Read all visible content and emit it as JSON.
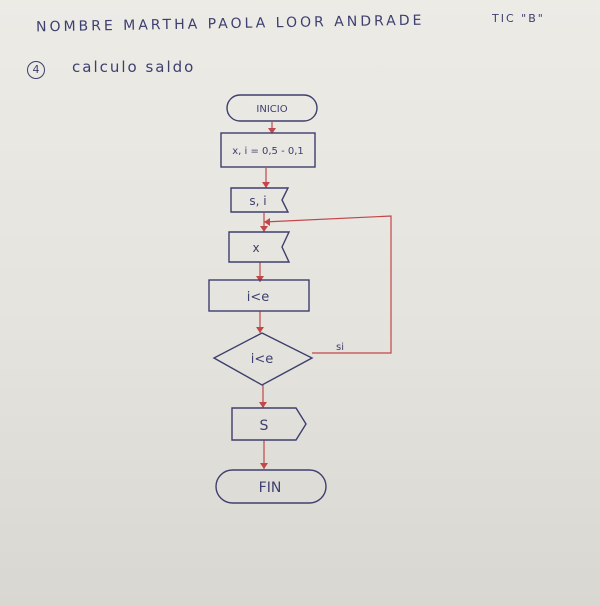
{
  "header": {
    "name_line": "NOMBRE MARTHA PAOLA LOOR ANDRADE",
    "course": "TIC \"B\""
  },
  "problem": {
    "number": "4",
    "title": "calculo saldo"
  },
  "flowchart": {
    "start": "INICIO",
    "process1": "x, i = 0,5 - 0,1",
    "input1": "s, i",
    "input2": "x",
    "process2": "i<e",
    "decision": "i<e",
    "loop_label": "si",
    "output": "S",
    "end": "FIN"
  }
}
